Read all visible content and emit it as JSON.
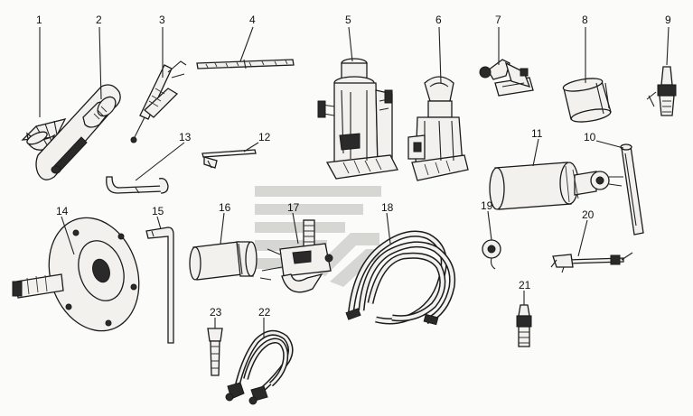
{
  "figure": {
    "callouts": [
      "1",
      "2",
      "3",
      "4",
      "5",
      "6",
      "7",
      "8",
      "9",
      "10",
      "11",
      "12",
      "13",
      "14",
      "15",
      "16",
      "17",
      "18",
      "19",
      "20",
      "21",
      "22",
      "23"
    ]
  },
  "colors": {
    "ink": "#1b1b1b",
    "paper": "#fbfbfa",
    "watermark": "#b9bab5"
  }
}
